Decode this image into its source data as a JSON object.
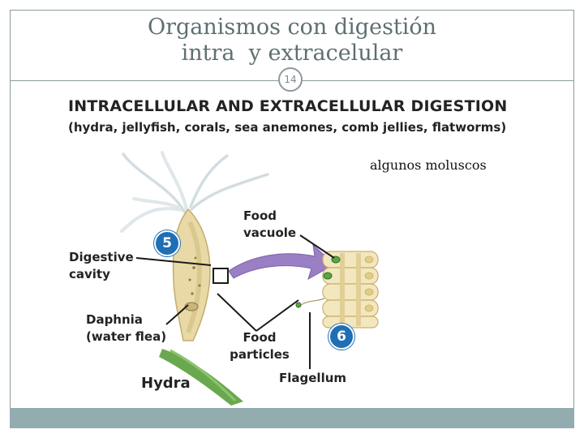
{
  "slide": {
    "title_line1": "Organismos con digestión",
    "title_line2": "intra  y extracelular",
    "page_number": "14"
  },
  "figure": {
    "heading": "INTRACELLULAR AND EXTRACELLULAR DIGESTION",
    "subheading": "(hydra, jellyfish, corals, sea anemones, comb jellies, flatworms)",
    "side_note": "algunos moluscos",
    "labels": {
      "food_vacuole_1": "Food",
      "food_vacuole_2": "vacuole",
      "digestive_cavity_1": "Digestive",
      "digestive_cavity_2": "cavity",
      "daphnia_1": "Daphnia",
      "daphnia_2": "(water flea)",
      "food_particles_1": "Food",
      "food_particles_2": "particles",
      "flagellum": "Flagellum",
      "hydra": "Hydra"
    },
    "steps": [
      "5",
      "6"
    ],
    "colors": {
      "step_badge": "#1f6fb4",
      "arrow": "#9a7fc4",
      "hydra_body": "#e8d9a6",
      "cells": "#f3e7bf",
      "stem": "#6aa84f",
      "accent_bar": "#93acaf"
    }
  }
}
